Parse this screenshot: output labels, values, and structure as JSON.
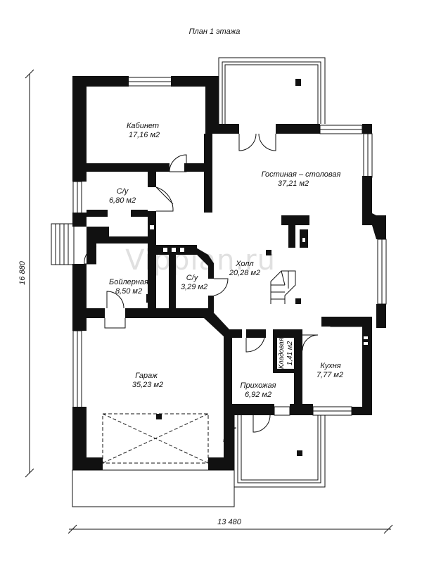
{
  "title": "План 1 этажа",
  "watermark": "Vipplan.ru",
  "dimensions": {
    "vertical": "16 880",
    "horizontal": "13 480"
  },
  "rooms": [
    {
      "id": "kabinet",
      "name": "Кабинет",
      "area": "17,16 м2"
    },
    {
      "id": "gostinaya",
      "name": "Гостиная – столовая",
      "area": "37,21 м2"
    },
    {
      "id": "su-1",
      "name": "С/у",
      "area": "6,80 м2"
    },
    {
      "id": "holl",
      "name": "Холл",
      "area": "20,28 м2"
    },
    {
      "id": "boilernaya",
      "name": "Бойлерная",
      "area": "8,50 м2"
    },
    {
      "id": "su-2",
      "name": "С/у",
      "area": "3,29 м2"
    },
    {
      "id": "kladovaya",
      "name": "Кладовая",
      "area": "1,41 м2"
    },
    {
      "id": "kuhnya",
      "name": "Кухня",
      "area": "7,77 м2"
    },
    {
      "id": "garazh",
      "name": "Гараж",
      "area": "35,23 м2"
    },
    {
      "id": "prihozhaya",
      "name": "Прихожая",
      "area": "6,92 м2"
    }
  ]
}
